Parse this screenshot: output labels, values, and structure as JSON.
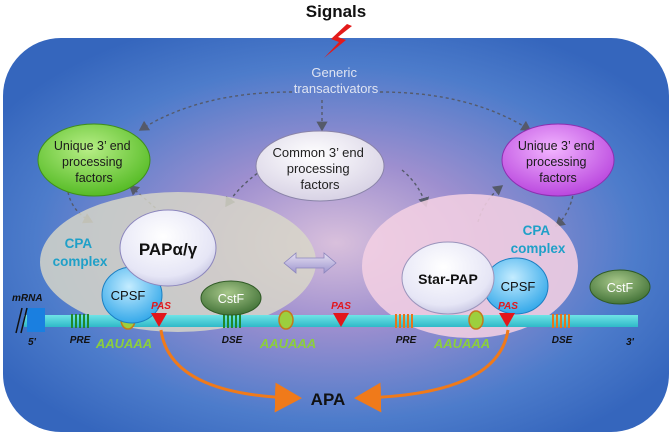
{
  "signals": "Signals",
  "generic": [
    "Generic",
    "transactivators"
  ],
  "common_factors": [
    "Common 3’ end",
    "processing",
    "factors"
  ],
  "unique_left": [
    "Unique 3’ end",
    "processing",
    "factors"
  ],
  "unique_right": [
    "Unique 3’ end",
    "processing",
    "factors"
  ],
  "cpa_left": [
    "CPA",
    "complex"
  ],
  "cpa_right": [
    "CPA",
    "complex"
  ],
  "pap_alpha": "PAPα/γ",
  "star_pap": "Star-PAP",
  "cpsf_left": "CPSF",
  "cpsf_right": "CPSF",
  "cstf_left": "CstF",
  "cstf_right": "CstF",
  "mrna": "mRNA",
  "five_prime": "5'",
  "three_prime": "3'",
  "pas": "PAS",
  "pre": "PRE",
  "dse": "DSE",
  "aauaaa": "AAUAAA",
  "apa": "APA",
  "colors": {
    "background": "#3a6fc4",
    "unique_left": "#5fc62a",
    "unique_right": "#c04ce0",
    "pas_triangle": "#e3161b",
    "aauaaa": "#8ccf3b",
    "pas_text": "#e3161b",
    "arrow": "#f07a1a",
    "cpa_text": "#1fa0c8"
  }
}
